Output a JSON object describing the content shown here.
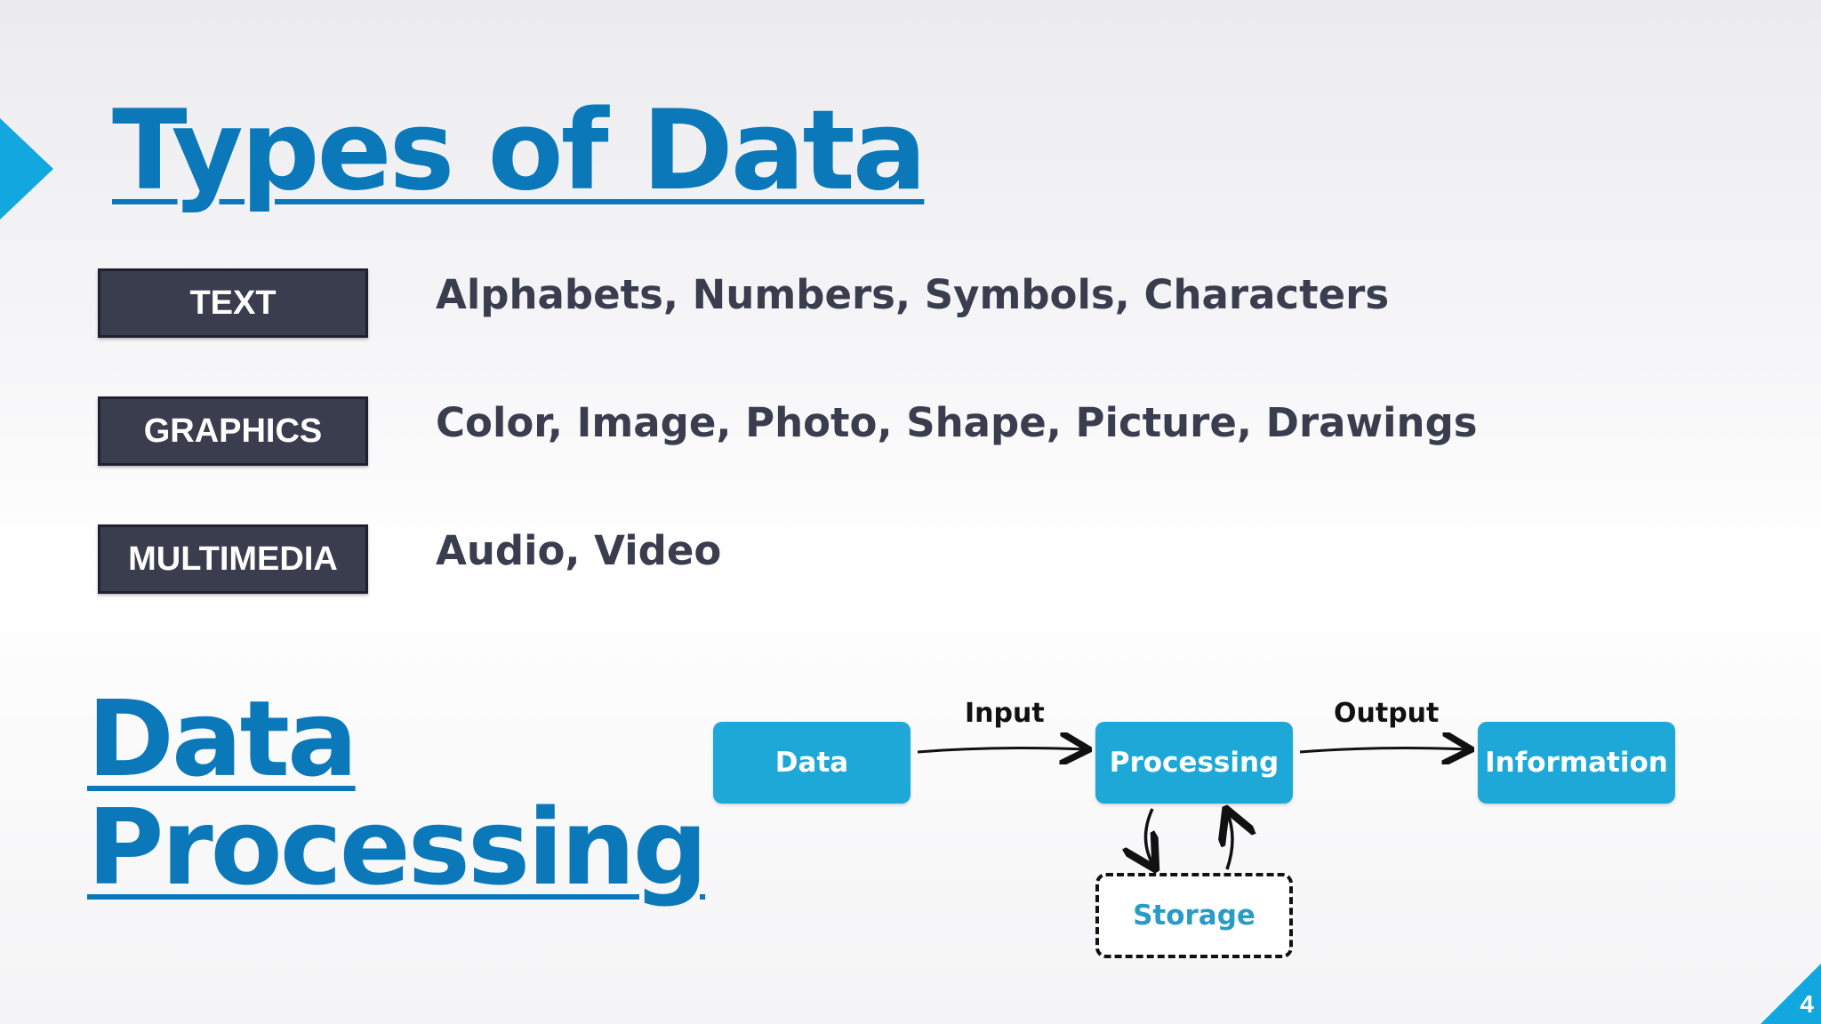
{
  "slide": {
    "title": "Types of Data",
    "section_title_line1": "Data",
    "section_title_line2": "Processing",
    "number": "4"
  },
  "types": [
    {
      "label": "TEXT",
      "description": "Alphabets, Numbers, Symbols, Characters"
    },
    {
      "label": "GRAPHICS",
      "description": "Color, Image, Photo, Shape, Picture, Drawings"
    },
    {
      "label": "MULTIMEDIA",
      "description": "Audio, Video"
    }
  ],
  "diagram": {
    "nodes": {
      "data": "Data",
      "processing": "Processing",
      "information": "Information",
      "storage": "Storage"
    },
    "edges": {
      "input": "Input",
      "output": "Output"
    }
  },
  "colors": {
    "accent": "#12a7de",
    "heading": "#0b78b9",
    "label_bg": "#3a3d4e",
    "node_fill": "#1ea8d8",
    "text_dark": "#3a3d4e"
  },
  "icons": {
    "left_marker": "triangle-arrow-icon",
    "corner": "corner-triangle-icon"
  }
}
